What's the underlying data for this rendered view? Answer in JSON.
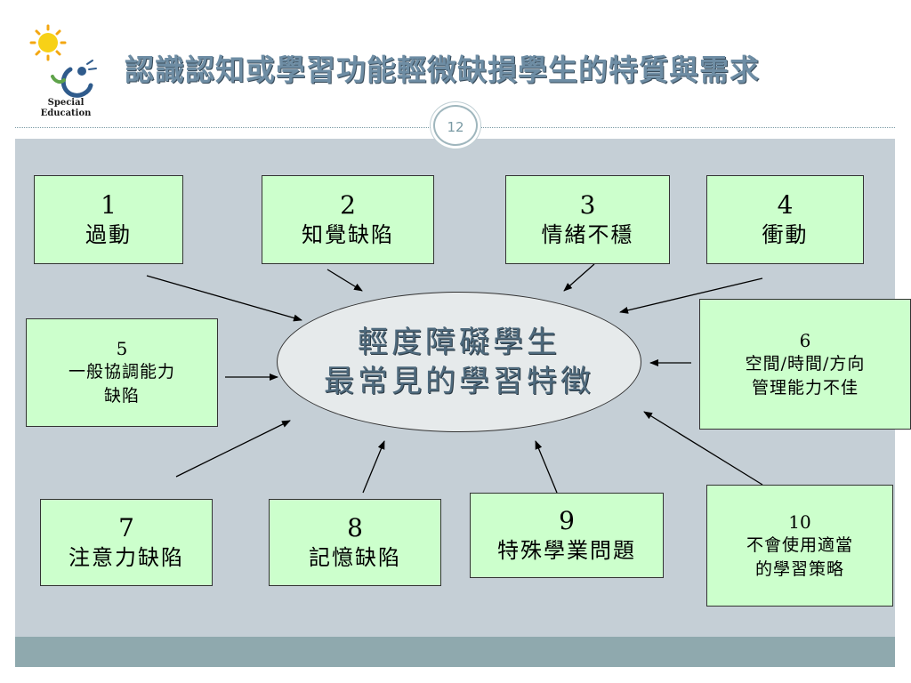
{
  "header": {
    "title": "認識認知或學習功能輕微缺損學生的特質與需求",
    "page_number": "12",
    "logo_caption_line1": "Special",
    "logo_caption_line2": "Education"
  },
  "hub": {
    "line1": "輕度障礙學生",
    "line2": "最常見的學習特徵"
  },
  "nodes": [
    {
      "num": "1",
      "label": "過動"
    },
    {
      "num": "2",
      "label": "知覺缺陷"
    },
    {
      "num": "3",
      "label": "情緒不穩"
    },
    {
      "num": "4",
      "label": "衝動"
    },
    {
      "num": "5",
      "label_line1": "一般協調能力",
      "label_line2": "缺陷"
    },
    {
      "num": "6",
      "label_line1": "空間/時間/方向",
      "label_line2": "管理能力不佳"
    },
    {
      "num": "7",
      "label": "注意力缺陷"
    },
    {
      "num": "8",
      "label": "記憶缺陷"
    },
    {
      "num": "9",
      "label": "特殊學業問題"
    },
    {
      "num": "10",
      "label_line1": "不會使用適當",
      "label_line2": "的學習策略"
    }
  ],
  "colors": {
    "node_fill": "#ccffcc",
    "hub_fill": "#e6eaeb",
    "content_bg": "#c5cfd6",
    "title_color": "#6e8da4",
    "footer_band": "#8fa9ae"
  }
}
